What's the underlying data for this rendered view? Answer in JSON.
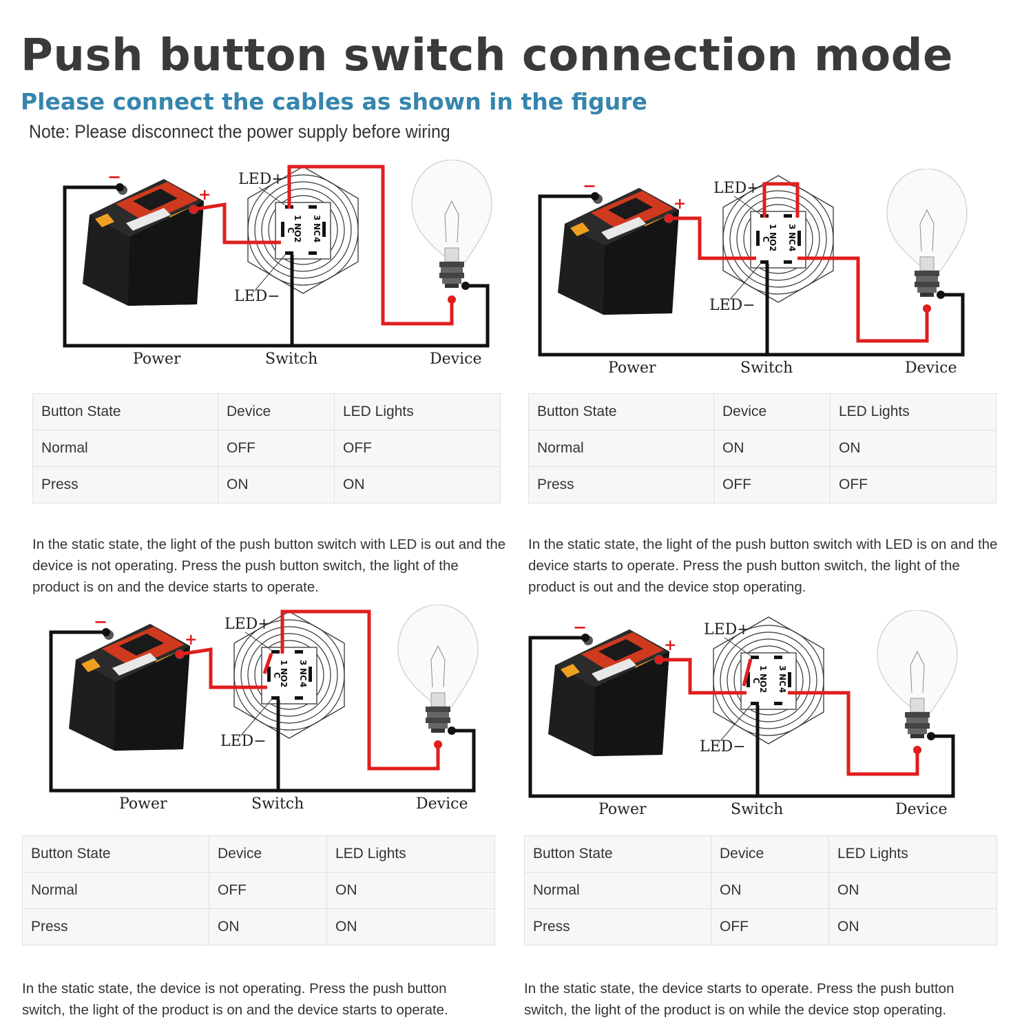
{
  "header": {
    "title": "Push button switch connection mode",
    "subtitle": "Please connect the cables as shown in the figure",
    "note": "Note: Please disconnect the power supply before wiring"
  },
  "colors": {
    "title": "#3a3a3a",
    "subtitle": "#3585ad",
    "wire_red": "#e01e1e",
    "wire_black": "#111111"
  },
  "panels": [
    {
      "diagram": {
        "led_plus": "LED+",
        "led_minus": "LED−",
        "minus": "−",
        "plus": "+",
        "power": "Power",
        "switch": "Switch",
        "device": "Device",
        "pins": {
          "p1": "1",
          "no": "NO",
          "c": "C",
          "p2": "2",
          "p3": "3",
          "nc": "NC",
          "p4": "4"
        }
      },
      "table": {
        "header": [
          "Button State",
          "Device",
          "LED Lights"
        ],
        "rows": [
          [
            "Normal",
            "OFF",
            "OFF"
          ],
          [
            "Press",
            "ON",
            "ON"
          ]
        ]
      },
      "description": "In the static state, the light of the push button switch with LED is out and the device is not operating. Press the push button switch, the light of the product is on and the device starts to operate."
    },
    {
      "diagram": {
        "led_plus": "LED+",
        "led_minus": "LED−",
        "minus": "−",
        "plus": "+",
        "power": "Power",
        "switch": "Switch",
        "device": "Device",
        "pins": {
          "p1": "1",
          "no": "NO",
          "c": "C",
          "p2": "2",
          "p3": "3",
          "nc": "NC",
          "p4": "4"
        }
      },
      "table": {
        "header": [
          "Button State",
          "Device",
          "LED Lights"
        ],
        "rows": [
          [
            "Normal",
            "ON",
            "ON"
          ],
          [
            "Press",
            "OFF",
            "OFF"
          ]
        ]
      },
      "description": "In the static state, the light of the push button switch with LED is on and the device starts to operate. Press the push button switch, the light of the product is out and the device stop operating."
    },
    {
      "diagram": {
        "led_plus": "LED+",
        "led_minus": "LED−",
        "minus": "−",
        "plus": "+",
        "power": "Power",
        "switch": "Switch",
        "device": "Device",
        "pins": {
          "p1": "1",
          "no": "NO",
          "c": "C",
          "p2": "2",
          "p3": "3",
          "nc": "NC",
          "p4": "4"
        }
      },
      "table": {
        "header": [
          "Button State",
          "Device",
          "LED Lights"
        ],
        "rows": [
          [
            "Normal",
            "OFF",
            "ON"
          ],
          [
            "Press",
            "ON",
            "ON"
          ]
        ]
      },
      "description": "In the static state, the device is not operating. Press the push button switch, the light of the product is on and the device starts to operate."
    },
    {
      "diagram": {
        "led_plus": "LED+",
        "led_minus": "LED−",
        "minus": "−",
        "plus": "+",
        "power": "Power",
        "switch": "Switch",
        "device": "Device",
        "pins": {
          "p1": "1",
          "no": "NO",
          "c": "C",
          "p2": "2",
          "p3": "3",
          "nc": "NC",
          "p4": "4"
        }
      },
      "table": {
        "header": [
          "Button State",
          "Device",
          "LED Lights"
        ],
        "rows": [
          [
            "Normal",
            "ON",
            "ON"
          ],
          [
            "Press",
            "OFF",
            "ON"
          ]
        ]
      },
      "description": "In the static state, the device starts to operate. Press the push button switch, the light of the product is on while the device stop operating."
    }
  ]
}
